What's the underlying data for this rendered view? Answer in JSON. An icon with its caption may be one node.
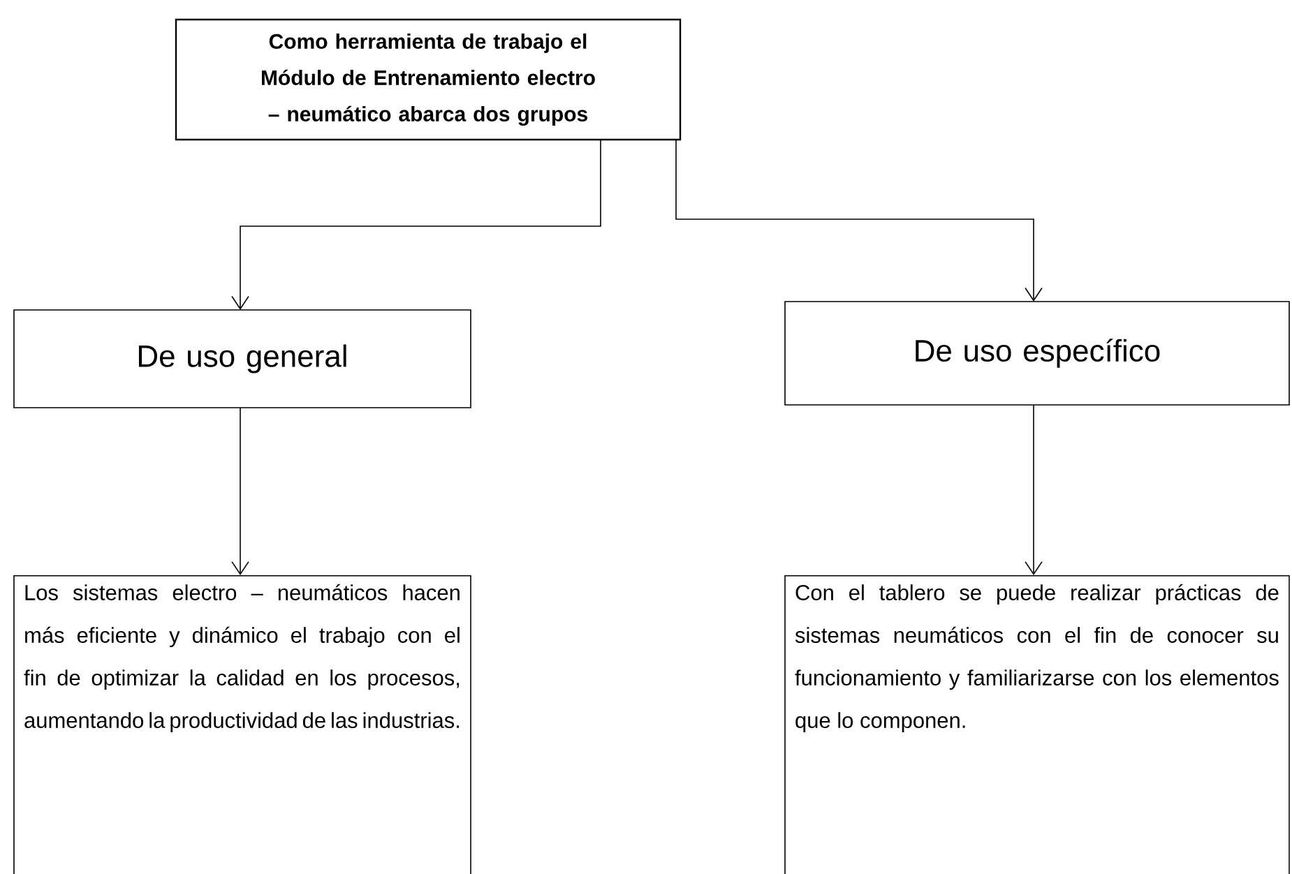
{
  "diagram": {
    "nodes": [
      {
        "text": [
          "Como herramienta de trabajo el Módulo de Entrenamiento electro – neumático abarca dos grupos"
        ]
      },
      {
        "text": [
          "De uso general"
        ]
      },
      {
        "text": [
          "De uso específico"
        ]
      },
      {
        "text": [
          "Los sistemas electro – neumáticos hacen más eficiente y dinámico el trabajo con el fin de optimizar la calidad en los procesos, aumentando la productividad de las industrias."
        ]
      },
      {
        "text": [
          "Con el tablero se puede realizar prácticas de sistemas neumáticos con el fin de conocer su funcionamiento y familiarizarse con los elementos que lo componen."
        ]
      }
    ],
    "edges": [
      {
        "from": 0,
        "to": 1,
        "arrow": "to"
      },
      {
        "from": 0,
        "to": 2,
        "arrow": "to"
      },
      {
        "from": 1,
        "to": 3,
        "arrow": "to"
      },
      {
        "from": 2,
        "to": 4,
        "arrow": "to"
      }
    ]
  }
}
